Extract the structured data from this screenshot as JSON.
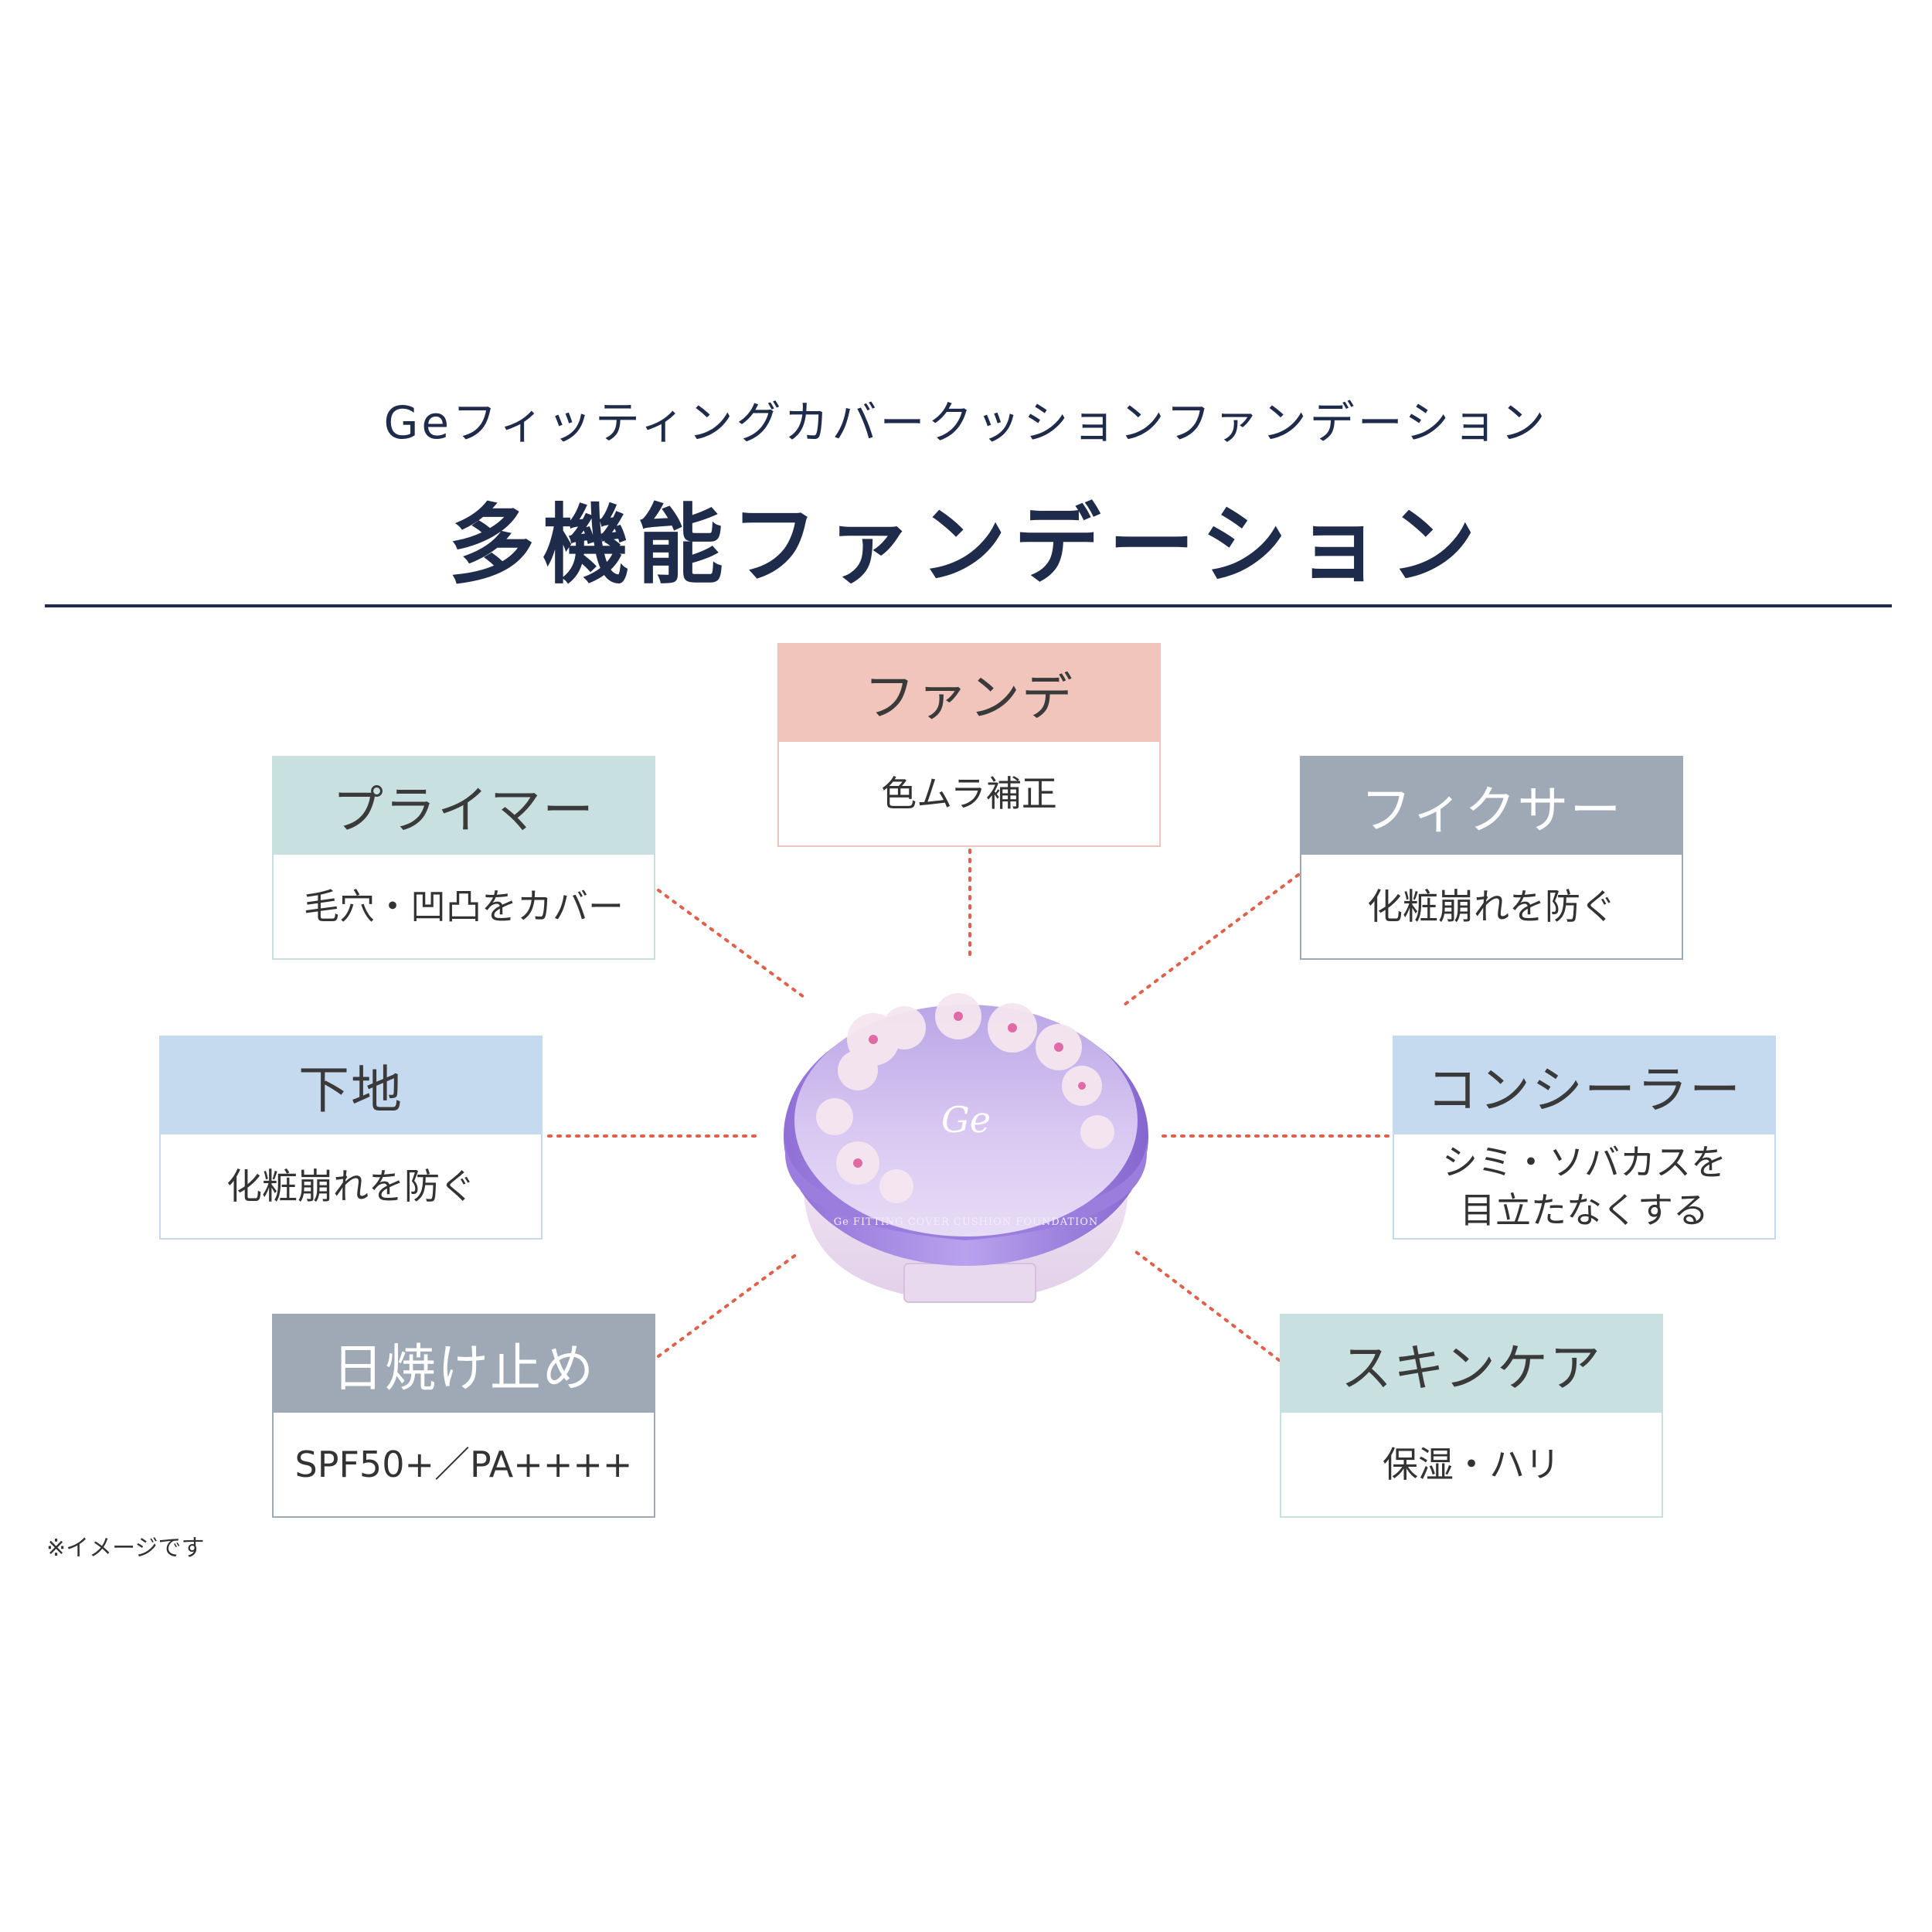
{
  "header": {
    "subtitle": "Geフィッティングカバークッションファンデーション",
    "title": "多機能ファンデーション"
  },
  "functions": [
    {
      "id": "foundation",
      "label": "ファンデ",
      "description": "色ムラ補正",
      "head_color": "#f2c5bc"
    },
    {
      "id": "primer",
      "label": "プライマー",
      "description": "毛穴・凹凸をカバー",
      "head_color": "#c8e0df"
    },
    {
      "id": "fixer",
      "label": "フィクサー",
      "description": "化粧崩れを防ぐ",
      "head_color": "#9ea9b5"
    },
    {
      "id": "base",
      "label": "下地",
      "description": "化粧崩れを防ぐ",
      "head_color": "#c5d9ef"
    },
    {
      "id": "concealer",
      "label": "コンシーラー",
      "description": "シミ・ソバカスを\n目立たなくする",
      "head_color": "#c5d9ef"
    },
    {
      "id": "sunscreen",
      "label": "日焼け止め",
      "description": "SPF50+／PA++++",
      "head_color": "#9ea9b5"
    },
    {
      "id": "skincare",
      "label": "スキンケア",
      "description": "保湿・ハリ",
      "head_color": "#c8e0df"
    }
  ],
  "product": {
    "brand": "Ge",
    "lid_text": "Ge FITTING COVER CUSHION FOUNDATION"
  },
  "footnote": "※イメージです",
  "colors": {
    "navy": "#1f2b4a",
    "connector": "#e0604a"
  }
}
